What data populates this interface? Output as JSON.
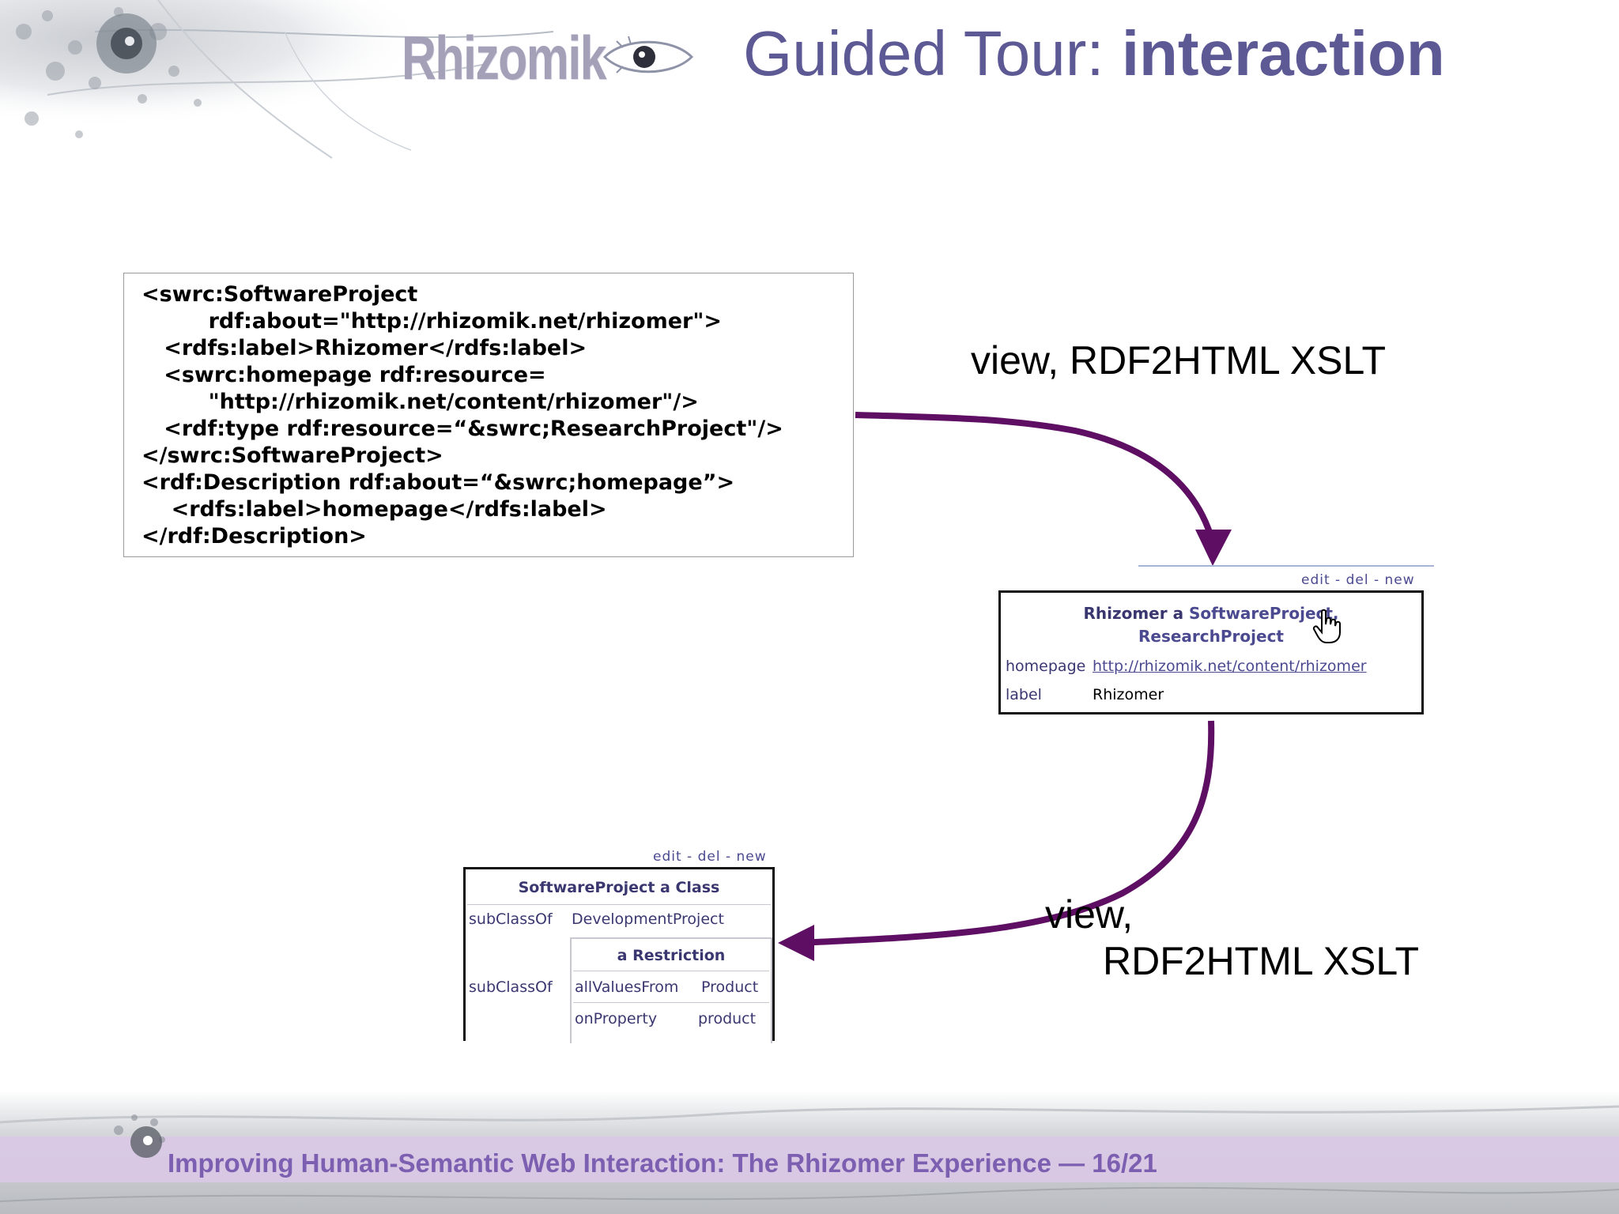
{
  "header": {
    "logo_text": "Rhizomik",
    "title_normal": "Guided Tour: ",
    "title_bold": "interaction"
  },
  "code": {
    "lines": [
      "<swrc:SoftwareProject",
      "         rdf:about=\"http://rhizomik.net/rhizomer\">",
      "   <rdfs:label>Rhizomer</rdfs:label>",
      "   <swrc:homepage rdf:resource=",
      "         \"http://rhizomik.net/content/rhizomer\"/>",
      "   <rdf:type rdf:resource=“&swrc;ResearchProject\"/>",
      "</swrc:SoftwareProject>",
      "<rdf:Description rdf:about=“&swrc;homepage”>",
      "    <rdfs:label>homepage</rdfs:label>",
      "</rdf:Description>"
    ]
  },
  "labels": {
    "view_top": "view, RDF2HTML XSLT",
    "view_bottom_1": "view,",
    "view_bottom_2": "RDF2HTML XSLT"
  },
  "rhizomer_view": {
    "links": "edit - del - new",
    "title_name": "Rhizomer",
    "title_a": " a ",
    "title_type1": "SoftwareProject,",
    "title_type2": "ResearchProject",
    "rows": [
      {
        "key": "homepage",
        "value": "http://rhizomik.net/content/rhizomer"
      },
      {
        "key": "label",
        "value": "Rhizomer"
      }
    ]
  },
  "class_view": {
    "links": "edit - del - new",
    "title": "SoftwareProject a Class",
    "row1_key": "subClassOf",
    "row1_value": "DevelopmentProject",
    "row2_key": "subClassOf",
    "restriction_title": "a Restriction",
    "restriction_rows": [
      {
        "key": "allValuesFrom",
        "value": "Product"
      },
      {
        "key": "onProperty",
        "value": "product"
      }
    ]
  },
  "footer": {
    "text": "Improving Human-Semantic Web Interaction: The Rhizomer Experience — 16/21"
  },
  "colors": {
    "title": "#5c5994",
    "arrow": "#5e0f63",
    "footer_text": "#7c5fb0",
    "footer_band": "#d9c8e6"
  }
}
